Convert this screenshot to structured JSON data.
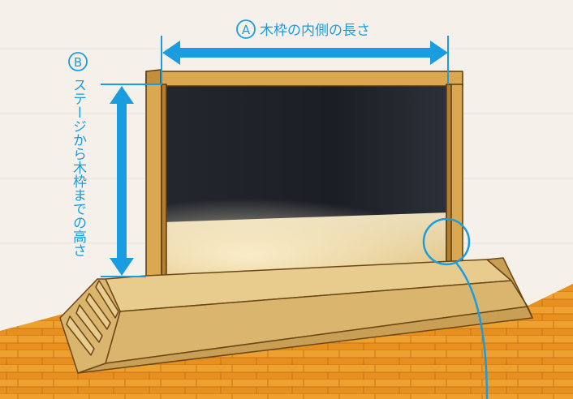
{
  "labels": {
    "width_badge": "A",
    "width_text": "木枠の内側の長さ",
    "height_badge": "B",
    "height_text": "ステージから木枠までの高さ"
  },
  "colors": {
    "accent": "#1a9de0",
    "wall": "#f4f0ea",
    "frame": "#d4a24c",
    "floor": "#e38b1c",
    "stage_top": "#e6c98a",
    "stage_front": "#d9b56e",
    "opening_dark": "#1a1d24"
  },
  "icons": {
    "arrow": "double-headed-arrow-icon",
    "zoom_circle": "zoom-circle-icon"
  }
}
